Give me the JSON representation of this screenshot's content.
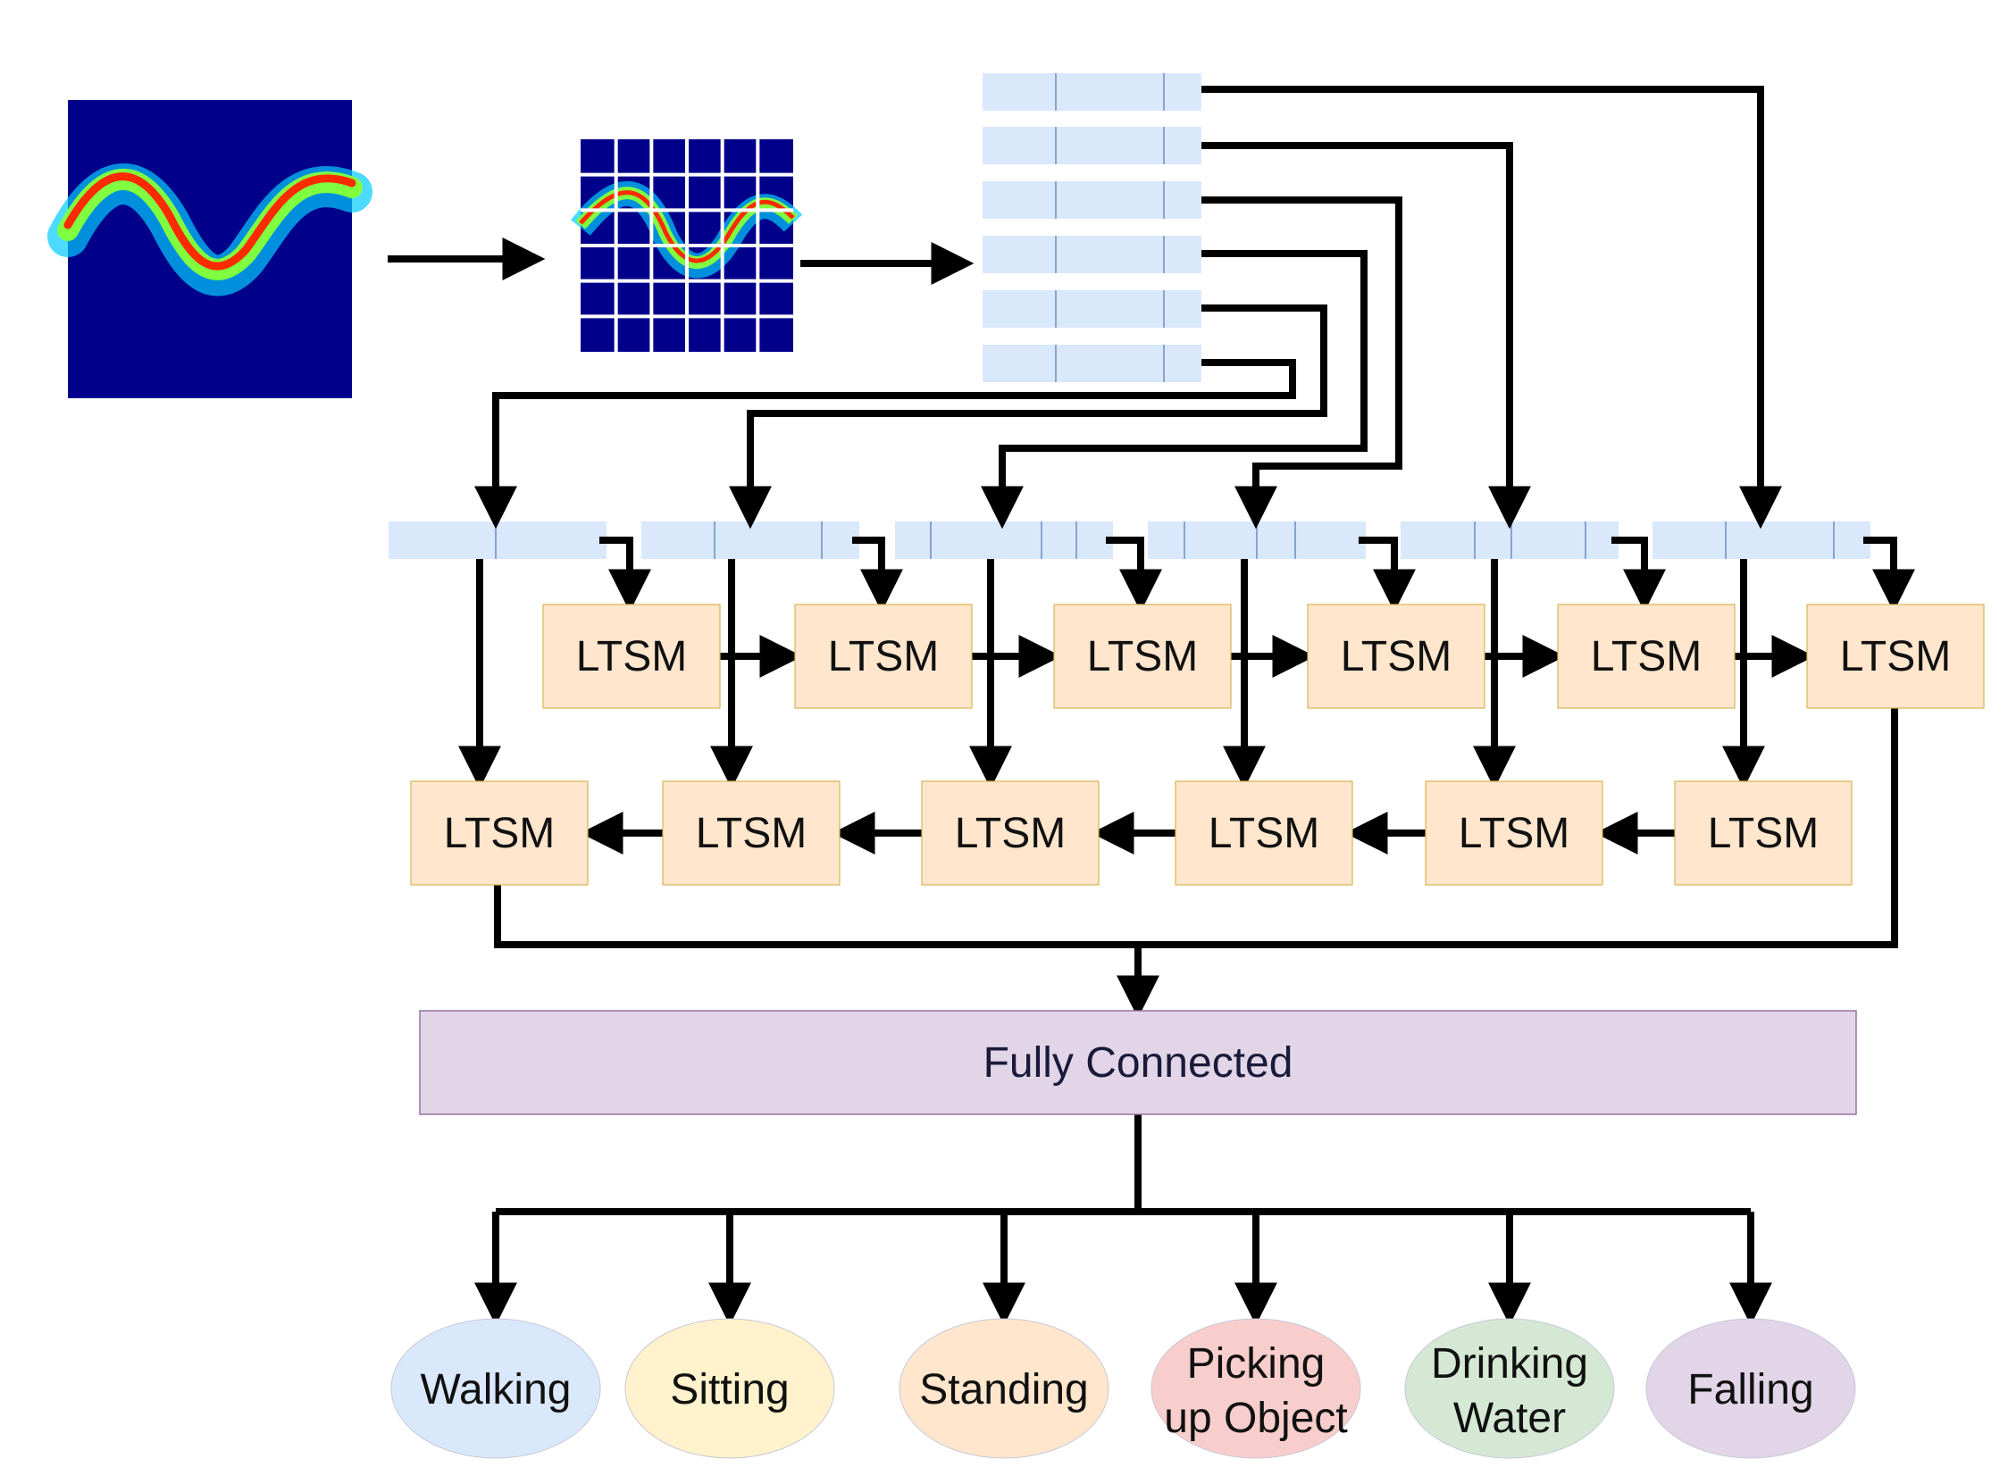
{
  "blocks": {
    "forward_lstm_label": "LTSM",
    "backward_lstm_label": "LTSM",
    "fully_connected_label": "Fully Connected"
  },
  "classes": [
    {
      "lines": [
        "Walking"
      ],
      "color": "#dae8fc"
    },
    {
      "lines": [
        "Sitting"
      ],
      "color": "#fff2cc"
    },
    {
      "lines": [
        "Standing"
      ],
      "color": "#ffe6cc"
    },
    {
      "lines": [
        "Picking",
        "up Object"
      ],
      "color": "#f8cecc"
    },
    {
      "lines": [
        "Drinking",
        "Water"
      ],
      "color": "#d5e8d4"
    },
    {
      "lines": [
        "Falling"
      ],
      "color": "#e1d5e7"
    }
  ],
  "colors": {
    "lstm_fill": "#ffe6cc",
    "lstm_stroke": "#d6b656",
    "patch_fill": "#dae8fc",
    "patch_stroke": "#6c8ebf",
    "fc_fill": "#e1d5e7",
    "fc_stroke": "#9673a6",
    "spectrogram_bg": "#00008b",
    "arrow": "#000000"
  }
}
